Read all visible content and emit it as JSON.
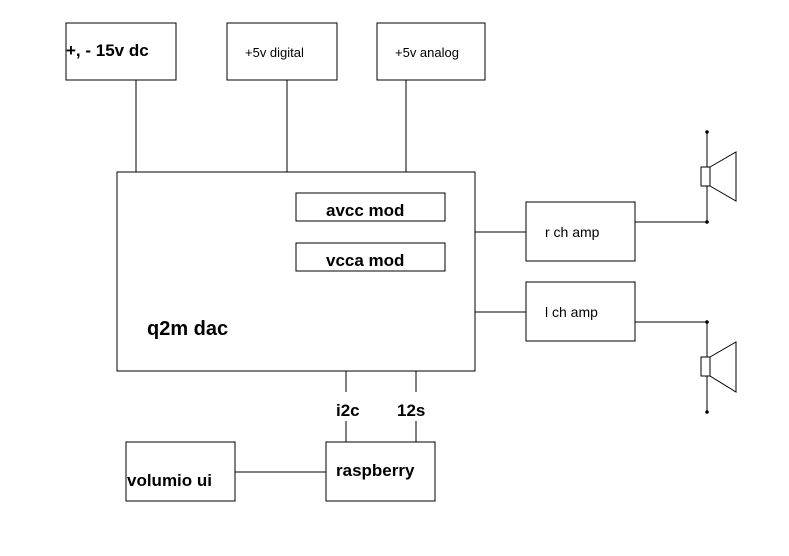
{
  "diagram": {
    "supplies": {
      "pm15": "+, - 15v dc",
      "digital": "+5v digital",
      "analog": "+5v analog"
    },
    "dac": {
      "label": "q2m dac",
      "mod1": "avcc mod",
      "mod2": "vcca mod"
    },
    "amps": {
      "right": "r ch amp",
      "left": "l ch amp"
    },
    "buses": {
      "i2c": "i2c",
      "i2s": "12s"
    },
    "pi": "raspberry",
    "ui": "volumio ui"
  }
}
